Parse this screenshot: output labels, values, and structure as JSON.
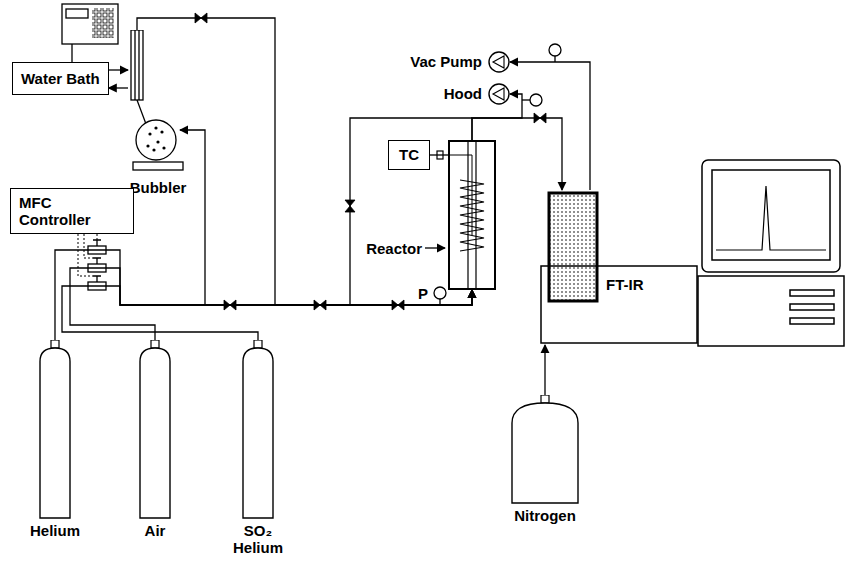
{
  "diagram": {
    "nodes": [
      {
        "text": [
          "Water Bath"
        ]
      },
      {
        "text": [
          "Bubbler"
        ]
      },
      {
        "text": [
          "MFC Controller"
        ]
      },
      {
        "text": [
          "Vac Pump"
        ]
      },
      {
        "text": [
          "Hood"
        ]
      },
      {
        "text": [
          "TC"
        ]
      },
      {
        "text": [
          "Reactor"
        ]
      },
      {
        "text": [
          "FT-IR"
        ]
      },
      {
        "text": [
          "Helium"
        ]
      },
      {
        "text": [
          "Air"
        ]
      },
      {
        "text": [
          "SO₂ Helium"
        ]
      },
      {
        "text": [
          "Nitrogen"
        ]
      }
    ],
    "edges": [
      {
        "from": 8,
        "to": 6,
        "arrow": "to"
      },
      {
        "from": 9,
        "to": 6,
        "arrow": "to"
      },
      {
        "from": 10,
        "to": 6,
        "arrow": "to"
      },
      {
        "from": 1,
        "to": 6,
        "arrow": "to"
      },
      {
        "from": 0,
        "to": 1,
        "arrow": "to"
      },
      {
        "from": 1,
        "to": 0,
        "arrow": "to"
      },
      {
        "from": 5,
        "to": 6,
        "arrow": "none"
      },
      {
        "from": 6,
        "to": 7,
        "arrow": "to"
      },
      {
        "from": 6,
        "to": 4,
        "arrow": "to"
      },
      {
        "from": 7,
        "to": 3,
        "arrow": "to"
      },
      {
        "from": 11,
        "to": 7,
        "arrow": "to"
      }
    ],
    "labels": [
      "P"
    ]
  }
}
